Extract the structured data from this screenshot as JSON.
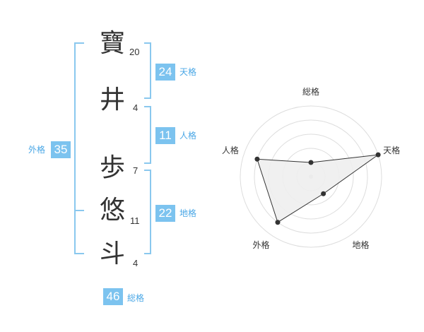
{
  "name": {
    "chars": [
      {
        "char": "寶",
        "strokes": "20"
      },
      {
        "char": "井",
        "strokes": "4"
      },
      {
        "char": "歩",
        "strokes": "7"
      },
      {
        "char": "悠",
        "strokes": "11"
      },
      {
        "char": "斗",
        "strokes": "4"
      }
    ]
  },
  "scores": {
    "tenkaku": {
      "value": "24",
      "label": "天格"
    },
    "jinkaku": {
      "value": "11",
      "label": "人格"
    },
    "chikaku": {
      "value": "22",
      "label": "地格"
    },
    "gaikaku": {
      "value": "35",
      "label": "外格"
    },
    "soukaku": {
      "value": "46",
      "label": "総格"
    }
  },
  "radar": {
    "axes": [
      "総格",
      "天格",
      "地格",
      "外格",
      "人格"
    ],
    "levels": 5,
    "values": [
      1,
      5,
      1.5,
      4,
      4
    ],
    "colors": {
      "fill": "#eeeeee",
      "line": "#333333",
      "grid": "#dddddd"
    }
  },
  "colors": {
    "accent": "#7cc3ef",
    "accent_text": "#4aa7e6"
  }
}
